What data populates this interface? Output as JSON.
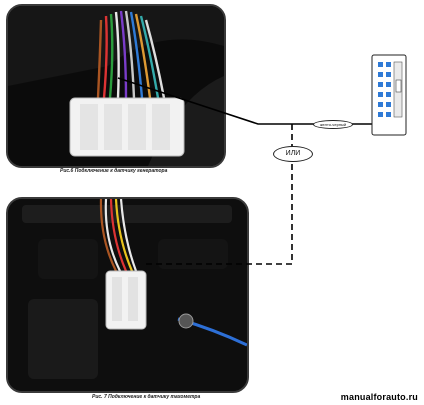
{
  "captions": {
    "top": "Рис.6 Подключение к датчику генератора",
    "bottom": "Рис. 7 Подключение к датчику тахометра"
  },
  "or_label": "ИЛИ",
  "wire_label": "желто-черный",
  "watermark": "manualforauto.ru",
  "colors": {
    "frame": "#3a3a3a",
    "connector": "#f2f2f2",
    "solid_wire": "#000000",
    "dashed_wire": "#000000",
    "blue_cable": "#2d6fd6"
  },
  "icons": {
    "diagnostic_connector": "obd-connector-icon"
  }
}
